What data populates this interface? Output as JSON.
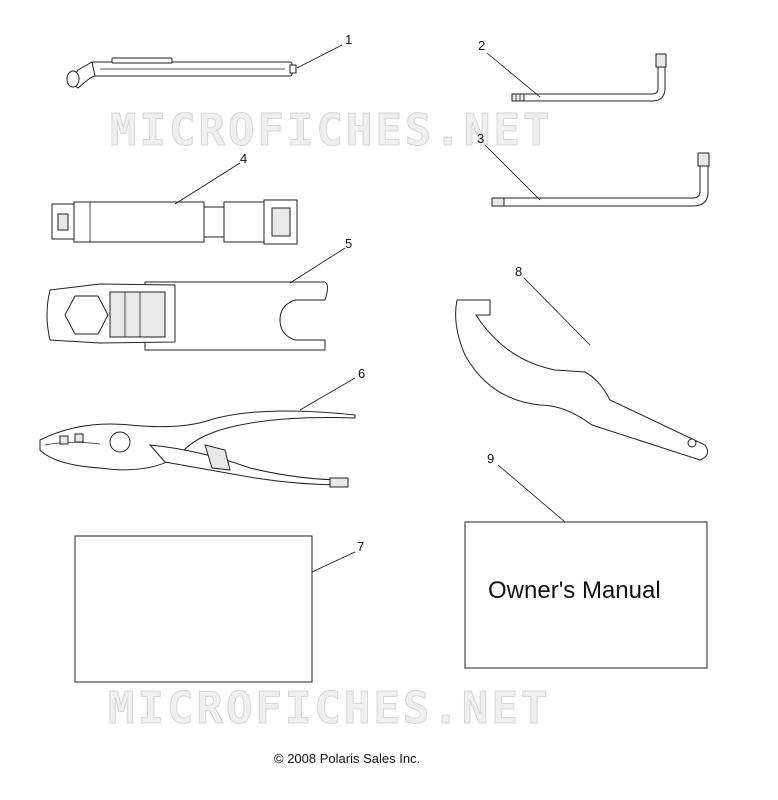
{
  "watermark": {
    "text": "MICROFICHES.NET"
  },
  "callouts": {
    "c1": "1",
    "c2": "2",
    "c3": "3",
    "c4": "4",
    "c5": "5",
    "c6": "6",
    "c7": "7",
    "c8": "8",
    "c9": "9"
  },
  "manual": {
    "title": "Owner's Manual"
  },
  "footer": {
    "copyright": "© 2008 Polaris Sales Inc."
  },
  "colors": {
    "line": "#222222",
    "watermark_fill": "#efefef",
    "background": "#ffffff"
  }
}
